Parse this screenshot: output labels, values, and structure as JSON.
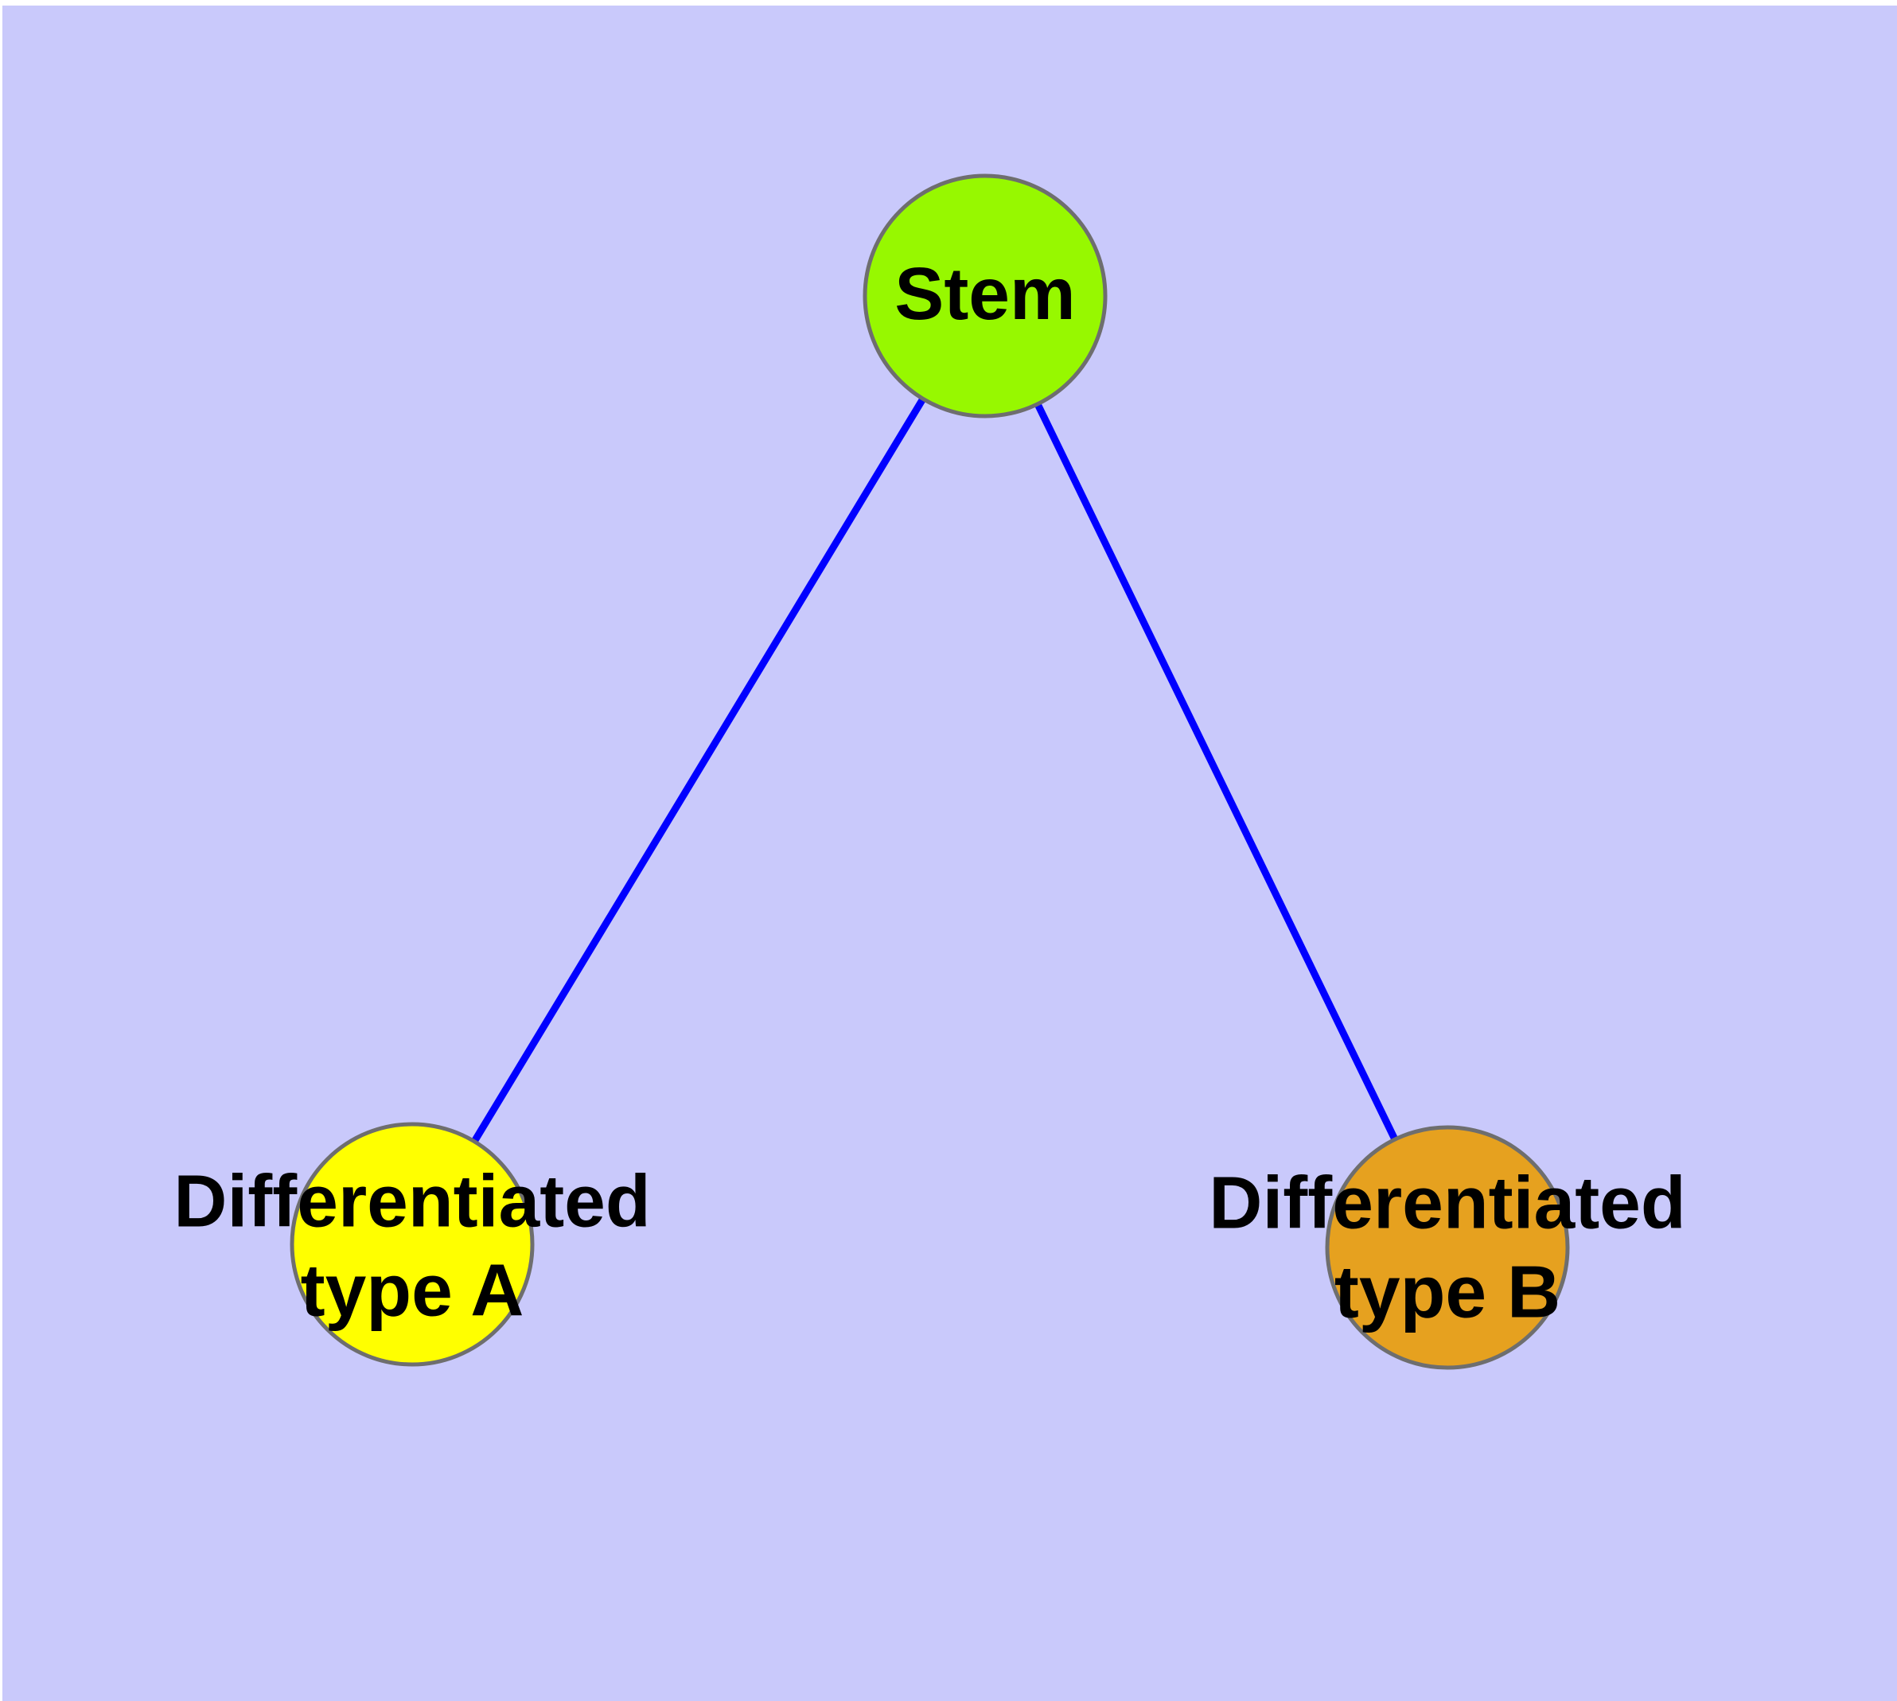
{
  "canvas": {
    "margin_color": "#ffffff",
    "background_color": "#c9c9fb"
  },
  "nodes": {
    "stem": {
      "label": "Stem",
      "fill": "#97f800",
      "border": "#6e6e6e"
    },
    "type_a": {
      "label": "Differentiated\ntype A",
      "fill": "#ffff00",
      "border": "#6e6e6e"
    },
    "type_b": {
      "label": "Differentiated\ntype B",
      "fill": "#e6a11f",
      "border": "#6e6e6e"
    }
  },
  "edges": {
    "color": "#0000ff",
    "items": [
      {
        "from": "Stem",
        "to": "Differentiated type A"
      },
      {
        "from": "Stem",
        "to": "Differentiated type B"
      }
    ]
  }
}
